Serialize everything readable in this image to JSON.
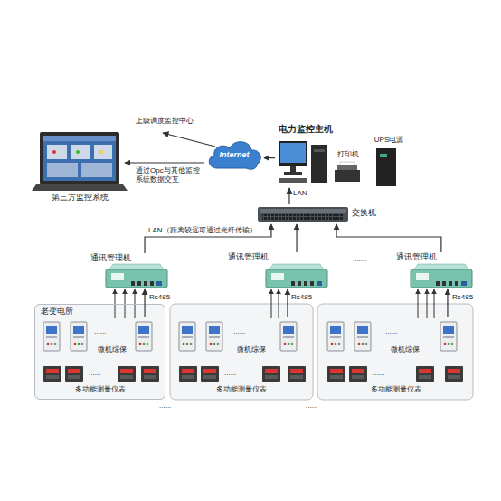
{
  "diagram": {
    "nodes": [
      {
        "text": [
          "第三方监控系统"
        ]
      },
      {
        "text": [
          "Internet"
        ]
      },
      {
        "text": [
          "电力监控主机"
        ]
      },
      {
        "text": [
          "打印机"
        ]
      },
      {
        "text": [
          "UPS电源"
        ]
      },
      {
        "text": [
          "交换机"
        ]
      },
      {
        "text": [
          "通讯管理机"
        ]
      },
      {
        "text": [
          "通讯管理机"
        ]
      },
      {
        "text": [
          "通讯管理机"
        ]
      },
      {
        "text": [
          "老变电所"
        ]
      },
      {
        "text": [
          "微机综保"
        ],
        "in": 9
      },
      {
        "text": [
          "多功能测量仪表"
        ],
        "in": 9
      },
      {
        "text": [
          "微机综保"
        ]
      },
      {
        "text": [
          "多功能测量仪表"
        ]
      },
      {
        "text": [
          "微机综保"
        ]
      },
      {
        "text": [
          "多功能测量仪表"
        ]
      }
    ],
    "edges": [
      {
        "from": 1,
        "to": 0,
        "arrow": "to",
        "label": "通过Opc与其他监控系统数据交互"
      },
      {
        "from": 2,
        "to": 1,
        "arrow": "to"
      },
      {
        "from": 5,
        "to": 2,
        "arrow": "to",
        "label": "LAN"
      },
      {
        "from": 6,
        "to": 5,
        "arrow": "to",
        "label": "LAN（距离较远可通过光纤传输）"
      },
      {
        "from": 7,
        "to": 5,
        "arrow": "to"
      },
      {
        "from": 8,
        "to": 5,
        "arrow": "to"
      },
      {
        "from": 10,
        "to": 6,
        "arrow": "to",
        "label": "Rs485"
      },
      {
        "from": 12,
        "to": 7,
        "arrow": "to",
        "label": "Rs485"
      },
      {
        "from": 14,
        "to": 8,
        "arrow": "to",
        "label": "Rs485"
      }
    ],
    "labels": [
      "上级调度监控中心",
      "......",
      "......",
      "......",
      "......",
      "......",
      "......",
      "......",
      "......",
      "......"
    ]
  }
}
